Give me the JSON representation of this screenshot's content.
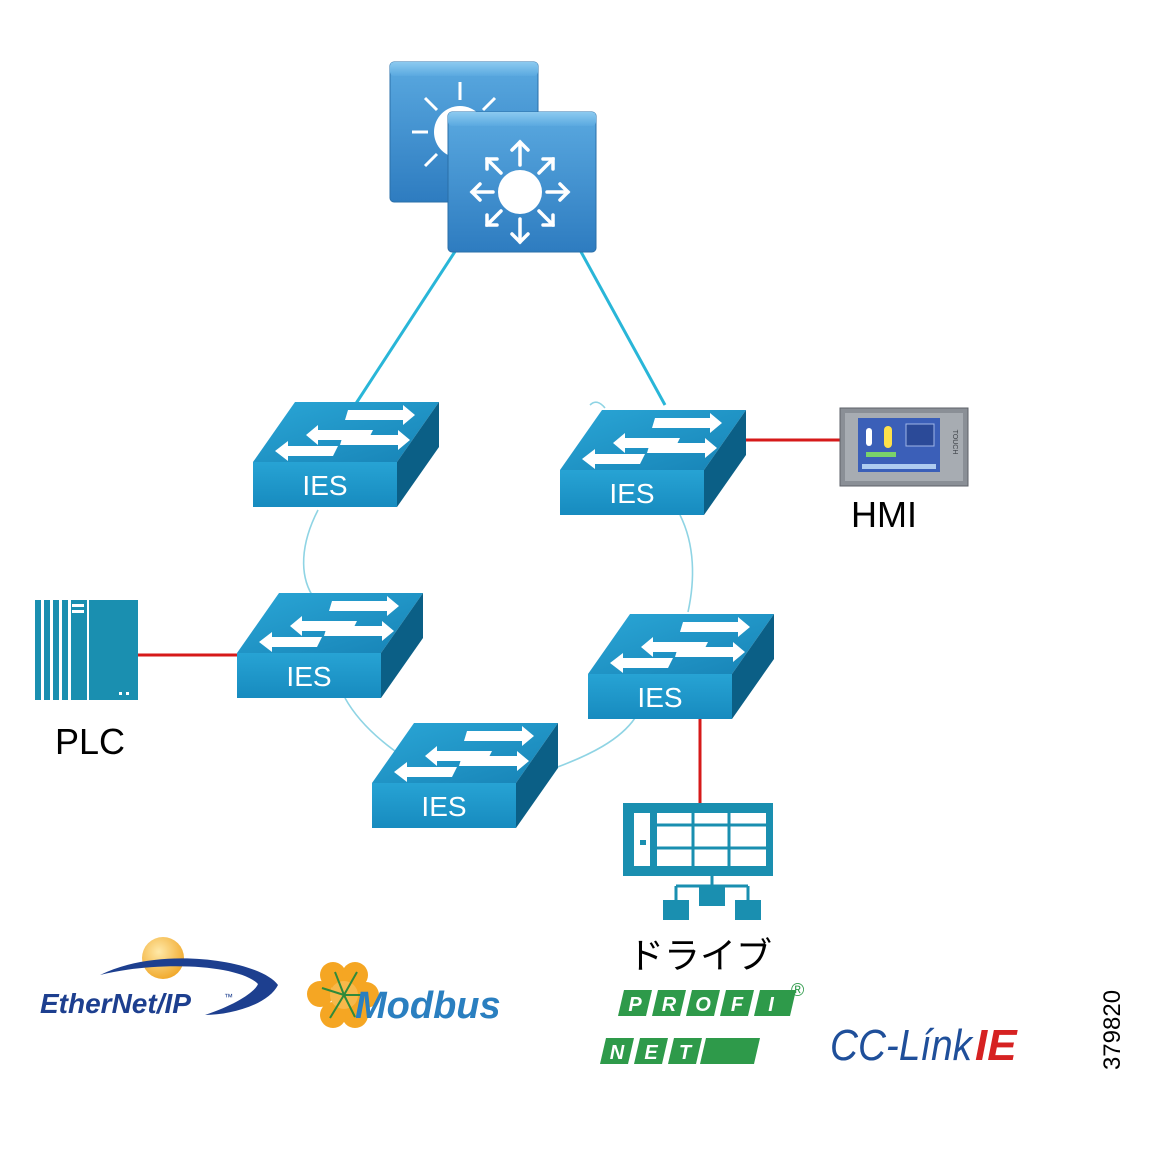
{
  "diagram": {
    "switch_label": "IES",
    "devices": {
      "hmi": "HMI",
      "plc": "PLC",
      "drive": "ドライブ"
    },
    "hmi_screen_text": "TOUCH",
    "protocols": {
      "ethernet_ip": "EtherNet/IP",
      "ethernet_ip_tm": "™",
      "modbus": "Modbus",
      "profinet_top": [
        "P",
        "R",
        "O",
        "F",
        "I"
      ],
      "profinet_bottom": [
        "N",
        "E",
        "T"
      ],
      "profinet_reg": "®",
      "cc_link": "CC-Línk",
      "cc_link_ie": "IE"
    },
    "figure_id": "379820",
    "colors": {
      "uplink": "#29b6d8",
      "ring": "#8fd4e4",
      "device_link": "#d61a1a",
      "switch_front": "#1d97c9",
      "switch_top": "#1a8fc0",
      "switch_side": "#0b5f86",
      "router_blue": "#3c8fd0",
      "device_teal": "#1a8fb0",
      "profinet_green": "#2e9a4a",
      "cclink_blue": "#1f4f9a",
      "cclink_red": "#d62222",
      "modbus_blue": "#2a7fc0",
      "modbus_orange": "#f5a623",
      "ethernetip_blue": "#1d3f8f",
      "ethernetip_sun": "#f3b33d"
    }
  }
}
